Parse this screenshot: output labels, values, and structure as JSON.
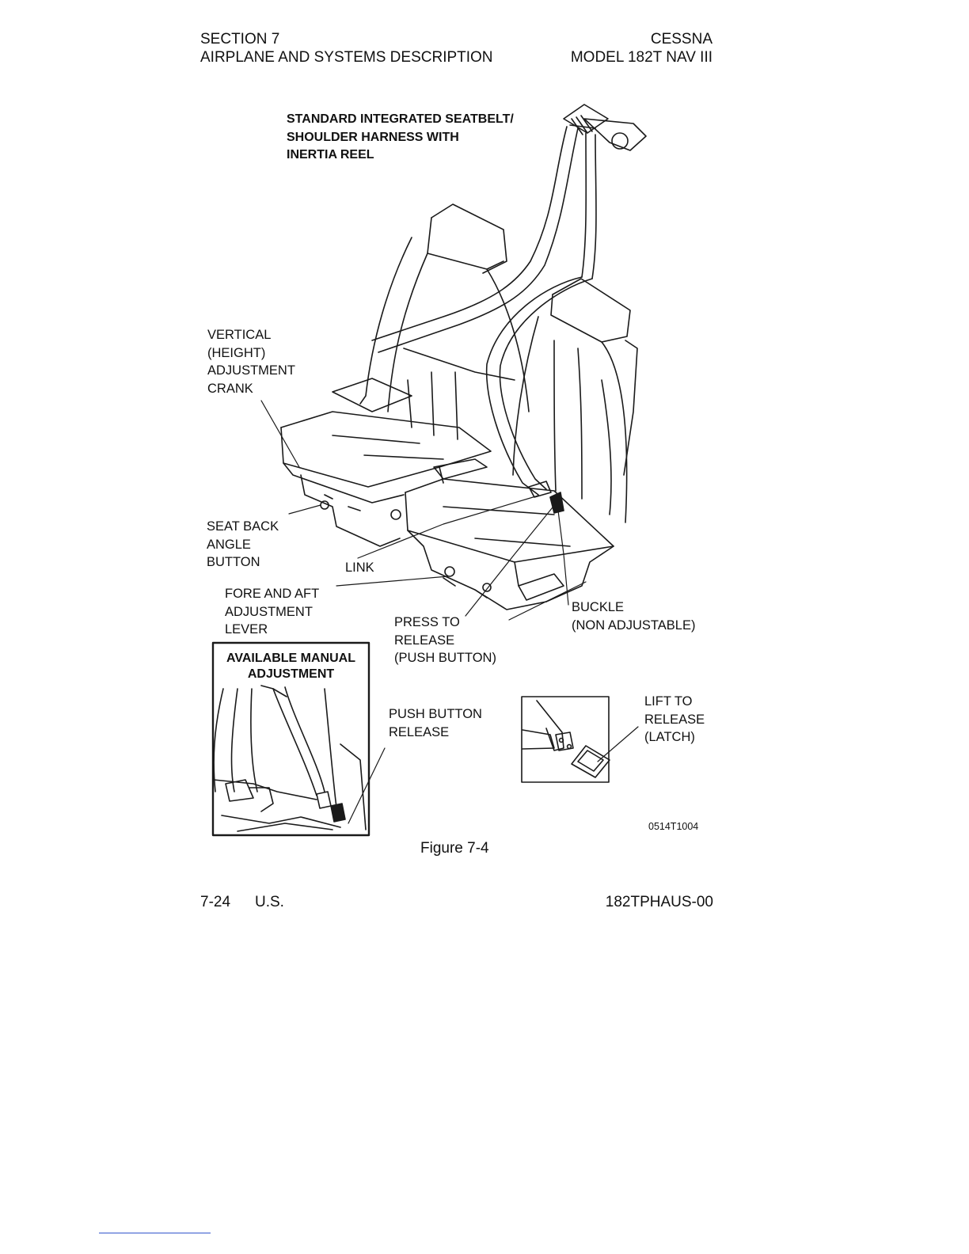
{
  "header": {
    "section": "SECTION 7",
    "section_title": "AIRPLANE AND SYSTEMS DESCRIPTION",
    "manufacturer": "CESSNA",
    "model": "MODEL 182T NAV III"
  },
  "figure": {
    "callouts": {
      "harness": [
        "STANDARD INTEGRATED SEATBELT/",
        "SHOULDER HARNESS WITH",
        "INERTIA REEL"
      ],
      "vertical_crank": [
        "VERTICAL",
        "(HEIGHT)",
        "ADJUSTMENT",
        "CRANK"
      ],
      "seat_back": [
        "SEAT BACK",
        "ANGLE",
        "BUTTON"
      ],
      "link": "LINK",
      "fore_aft": [
        "FORE AND AFT",
        "ADJUSTMENT",
        "LEVER"
      ],
      "press_release": [
        "PRESS TO",
        "RELEASE",
        "(PUSH BUTTON)"
      ],
      "buckle": [
        "BUCKLE",
        "(NON ADJUSTABLE)"
      ],
      "push_button_release": [
        "PUSH BUTTON",
        "RELEASE"
      ],
      "lift_release": [
        "LIFT TO",
        "RELEASE",
        "(LATCH)"
      ]
    },
    "inset_title": [
      "AVAILABLE MANUAL",
      "ADJUSTMENT"
    ],
    "figure_id": "0514T1004",
    "caption": "Figure 7-4"
  },
  "footer": {
    "page": "7-24",
    "region": "U.S.",
    "doc_code": "182TPHAUS-00"
  }
}
